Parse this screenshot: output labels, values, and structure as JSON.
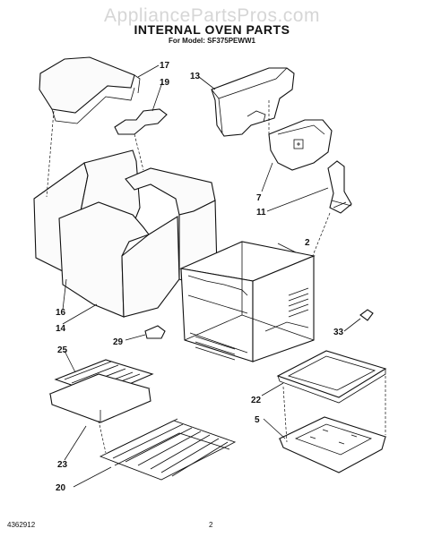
{
  "watermark": "AppliancePartsPros.com",
  "title": "INTERNAL OVEN PARTS",
  "subtitle": "For Model: SF375PEWW1",
  "footer": {
    "doc_number": "4362912",
    "page": "2"
  },
  "callouts": [
    "17",
    "19",
    "13",
    "7",
    "11",
    "2",
    "16",
    "14",
    "29",
    "33",
    "25",
    "22",
    "5",
    "23",
    "20"
  ]
}
